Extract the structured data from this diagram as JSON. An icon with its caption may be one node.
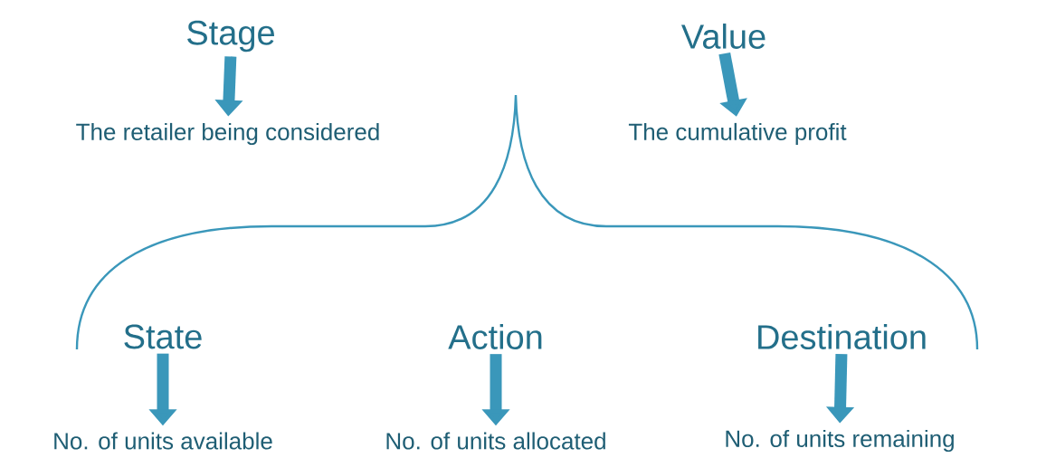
{
  "diagram": {
    "nodes": [
      {
        "text": [
          "Stage"
        ]
      },
      {
        "text": [
          "The retailer being considered"
        ]
      },
      {
        "text": [
          "Value"
        ]
      },
      {
        "text": [
          "The cumulative profit"
        ]
      },
      {
        "text": [
          "State"
        ]
      },
      {
        "text": [
          "No. of units available"
        ]
      },
      {
        "text": [
          "Action"
        ]
      },
      {
        "text": [
          "No. of units allocated"
        ]
      },
      {
        "text": [
          "Destination"
        ]
      },
      {
        "text": [
          "No. of units remaining"
        ]
      }
    ],
    "edges": [
      {
        "from": 0,
        "to": 1,
        "arrow": "to"
      },
      {
        "from": 2,
        "to": 3,
        "arrow": "to"
      },
      {
        "from": 4,
        "to": 5,
        "arrow": "to"
      },
      {
        "from": 6,
        "to": 7,
        "arrow": "to"
      },
      {
        "from": 8,
        "to": 9,
        "arrow": "to"
      }
    ]
  }
}
